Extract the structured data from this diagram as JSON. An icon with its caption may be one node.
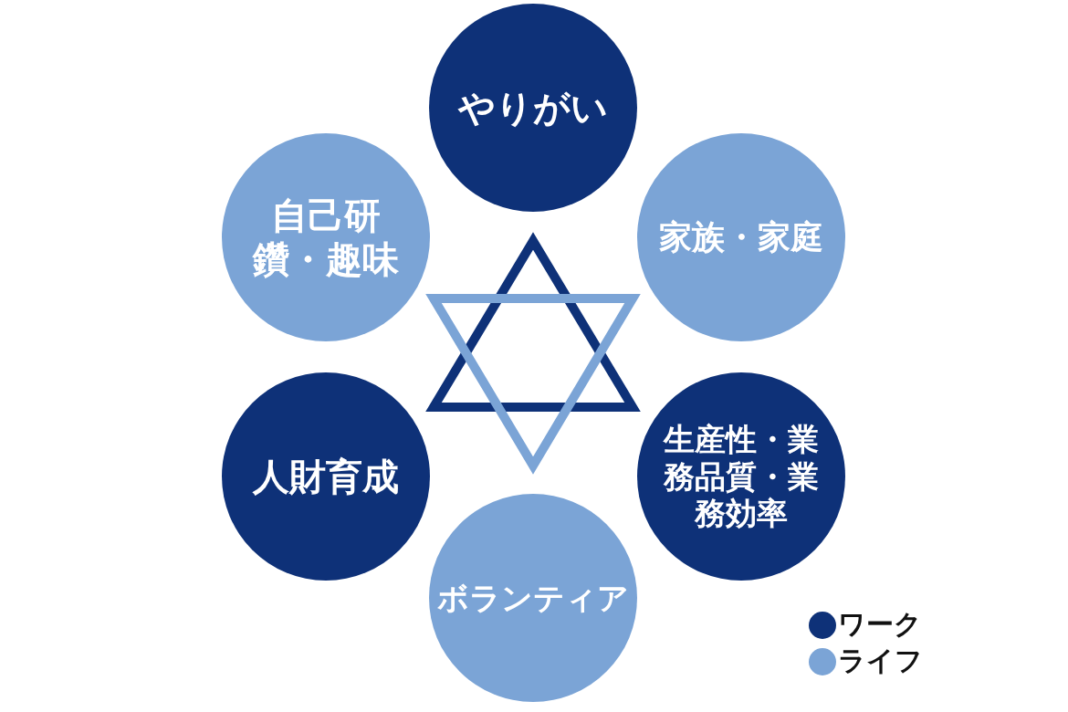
{
  "diagram": {
    "nodes": [
      {
        "text": [
          "やりがい"
        ]
      },
      {
        "text": [
          "自己研鑽・趣味"
        ]
      },
      {
        "text": [
          "家族・家庭"
        ]
      },
      {
        "text": [
          "人財育成"
        ]
      },
      {
        "text": [
          "生産性・業務品質・業務効率"
        ]
      },
      {
        "text": [
          "ボランティア"
        ]
      }
    ],
    "legend": [
      {
        "text": "ワーク",
        "color": "#0e3178"
      },
      {
        "text": "ライフ",
        "color": "#7ba4d6"
      }
    ]
  }
}
